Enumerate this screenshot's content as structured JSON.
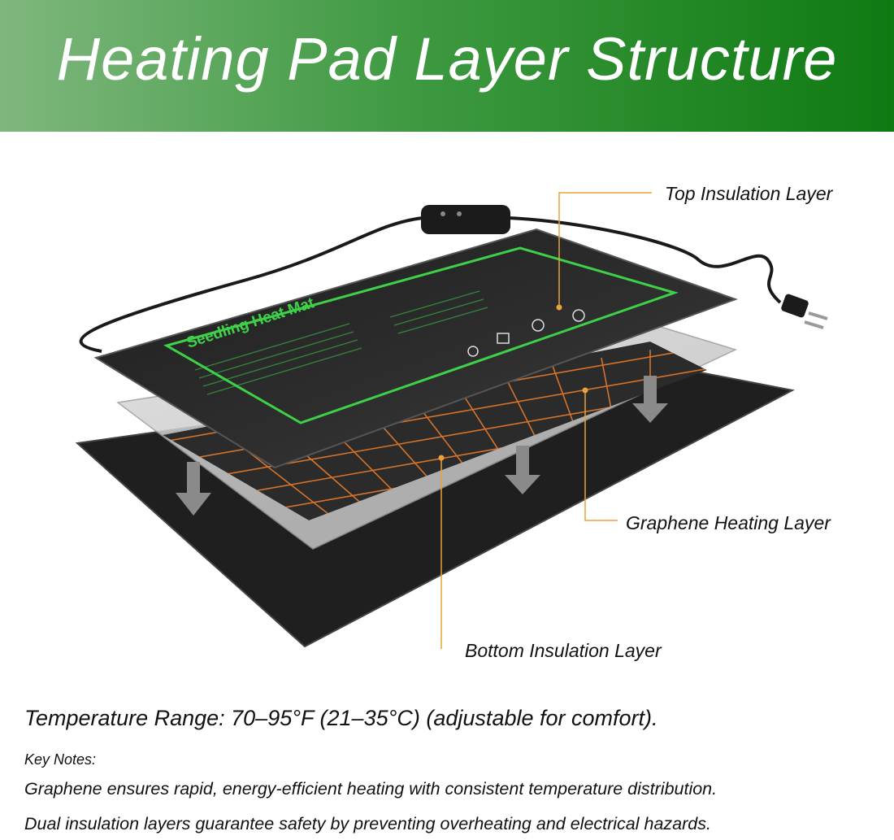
{
  "header": {
    "title": "Heating Pad Layer Structure",
    "colors": {
      "gradient_start": "#7fb77e",
      "gradient_end": "#0f7a12"
    }
  },
  "illustration": {
    "mat_print": "Seedling Heat Mat",
    "labels": {
      "top": "Top Insulation Layer",
      "middle": "Graphene Heating Layer",
      "bottom": "Bottom Insulation Layer"
    },
    "colors": {
      "callout": "#e8a23a",
      "mat": "#262626",
      "mat_print": "#3fd04a",
      "heating_grid": "#e0782c",
      "arrow": "#8a8a8a"
    }
  },
  "info": {
    "temperature": "Temperature Range: 70–95°F (21–35°C) (adjustable for comfort).",
    "notes_title": "Key Notes:",
    "notes": [
      "Graphene ensures rapid, energy-efficient heating with consistent temperature distribution.",
      "Dual insulation layers guarantee safety by preventing overheating and electrical hazards."
    ]
  }
}
